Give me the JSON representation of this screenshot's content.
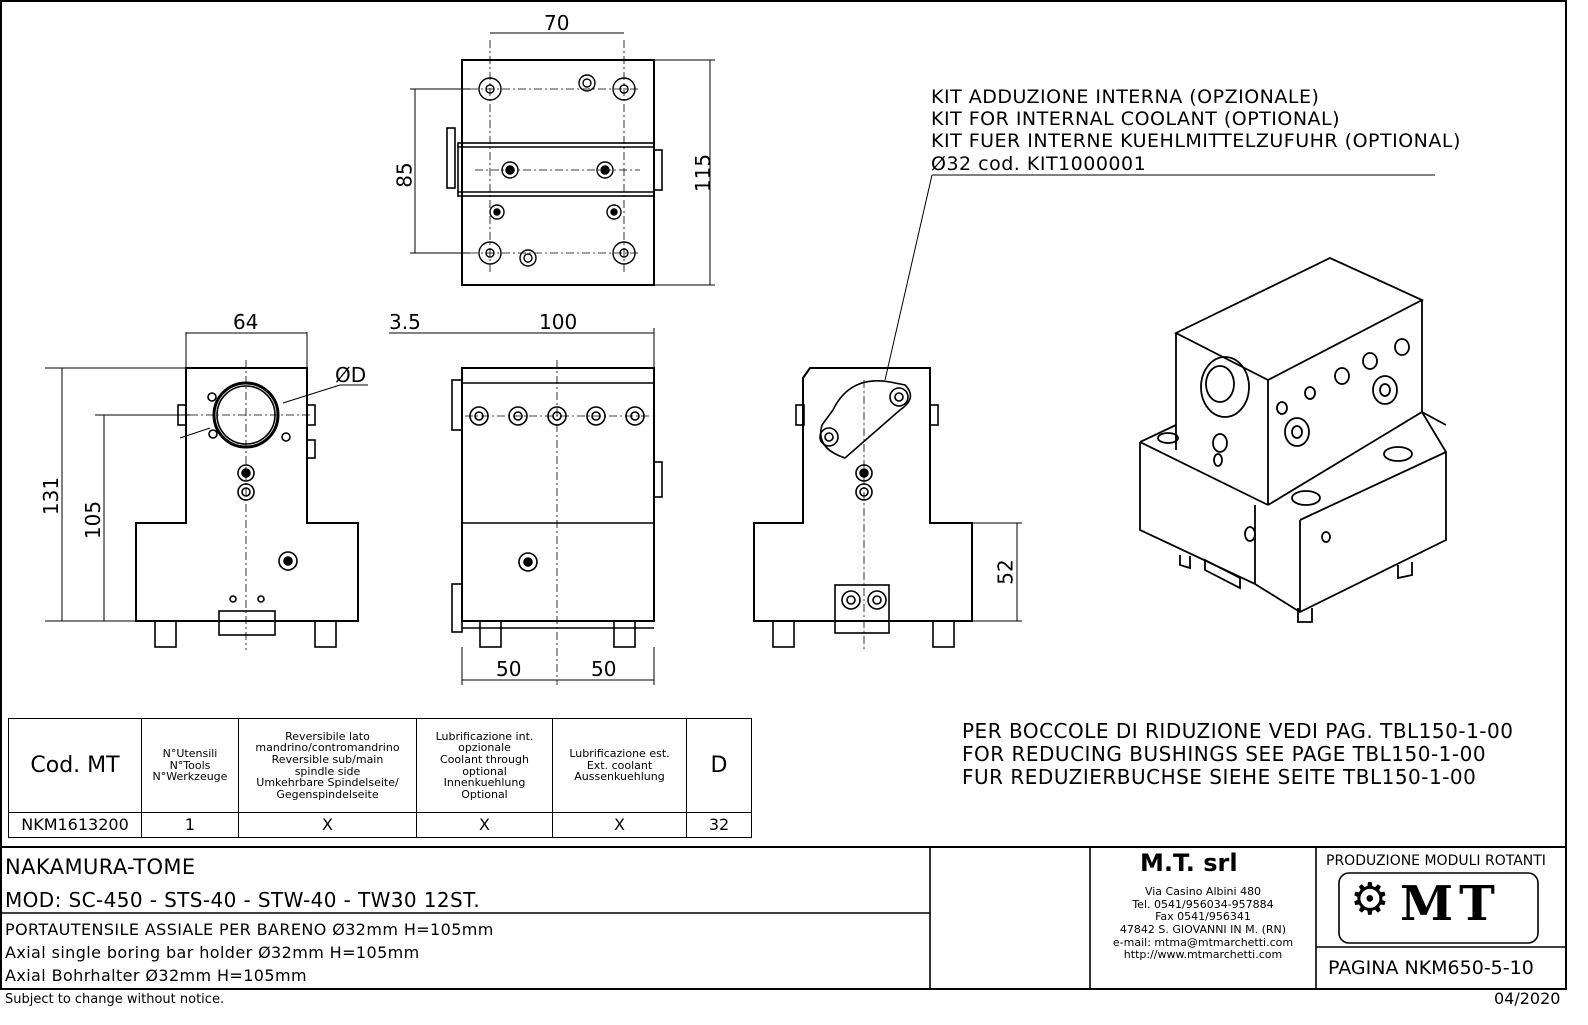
{
  "dimensions": {
    "top_width": "70",
    "top_height_inner": "85",
    "top_height_outer": "115",
    "front_width": "64",
    "front_bore": "ØD",
    "front_total_height": "131",
    "front_center_height": "105",
    "side_offset": "3.5",
    "side_width": "100",
    "side_half_left": "50",
    "side_half_right": "50",
    "rear_height": "52"
  },
  "coolant_note": {
    "line1": "KIT ADDUZIONE INTERNA (OPZIONALE)",
    "line2": "KIT FOR INTERNAL COOLANT (OPTIONAL)",
    "line3": "KIT FUER INTERNE KUEHLMITTELZUFUHR (OPTIONAL)",
    "line4": "Ø32 cod. KIT1000001"
  },
  "bushing_note": {
    "line1": "PER BOCCOLE DI RIDUZIONE VEDI PAG. TBL150-1-00",
    "line2": "FOR REDUCING BUSHINGS SEE PAGE TBL150-1-00",
    "line3": "FUR REDUZIERBUCHSE SIEHE SEITE TBL150-1-00"
  },
  "table": {
    "headers": {
      "code": "Cod. MT",
      "tools_1": "N°Utensili",
      "tools_2": "N°Tools",
      "tools_3": "N°Werkzeuge",
      "rev_1": "Reversibile lato",
      "rev_2": "mandrino/contromandrino",
      "rev_3": "Reversible sub/main",
      "rev_4": "spindle side",
      "rev_5": "Umkehrbare Spindelseite/",
      "rev_6": "Gegenspindelseite",
      "int_1": "Lubrificazione int.",
      "int_2": "opzionale",
      "int_3": "Coolant through",
      "int_4": "optional",
      "int_5": "Innenkuehlung",
      "int_6": "Optional",
      "ext_1": "Lubrificazione est.",
      "ext_2": "Ext. coolant",
      "ext_3": "Aussenkuehlung",
      "d": "D"
    },
    "row": {
      "code": "NKM1613200",
      "tools": "1",
      "reversible": "X",
      "int_coolant": "X",
      "ext_coolant": "X",
      "d": "32"
    }
  },
  "title_block": {
    "machine": "NAKAMURA-TOME",
    "models": "MOD: SC-450 - STS-40 - STW-40 - TW30 12ST.",
    "desc_it": "PORTAUTENSILE ASSIALE PER BARENO Ø32mm H=105mm",
    "desc_en": "Axial single boring bar holder Ø32mm H=105mm",
    "desc_de": "Axial Bohrhalter Ø32mm H=105mm",
    "company": "M.T. srl",
    "addr_1": "Via Casino Albini 480",
    "addr_2": "Tel. 0541/956034-957884",
    "addr_3": "Fax 0541/956341",
    "addr_4": "47842 S. GIOVANNI IN M. (RN)",
    "addr_5": "e-mail: mtma@mtmarchetti.com",
    "addr_6": "http://www.mtmarchetti.com",
    "production": "PRODUZIONE MODULI ROTANTI",
    "logo_text": "MT",
    "page": "PAGINA NKM650-5-10"
  },
  "footer": {
    "disclaimer": "Subject to change without notice.",
    "date": "04/2020"
  }
}
